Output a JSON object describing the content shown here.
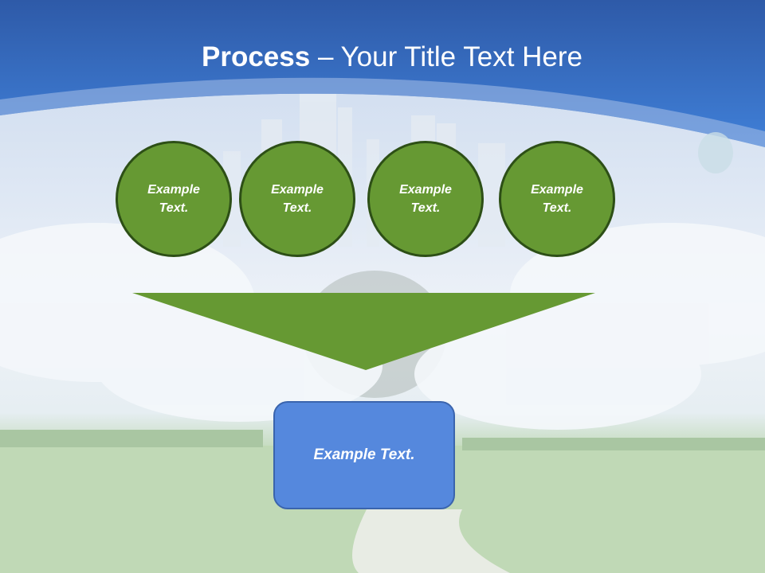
{
  "slide": {
    "title_bold": "Process",
    "title_rest": " – Your Title Text Here",
    "circles": [
      "Example Text.",
      "Example Text.",
      "Example Text.",
      "Example Text."
    ],
    "result_box": "Example Text."
  },
  "colors": {
    "header_blue": "#3a6fc8",
    "circle_green": "#669933",
    "box_blue": "#5588dd"
  }
}
